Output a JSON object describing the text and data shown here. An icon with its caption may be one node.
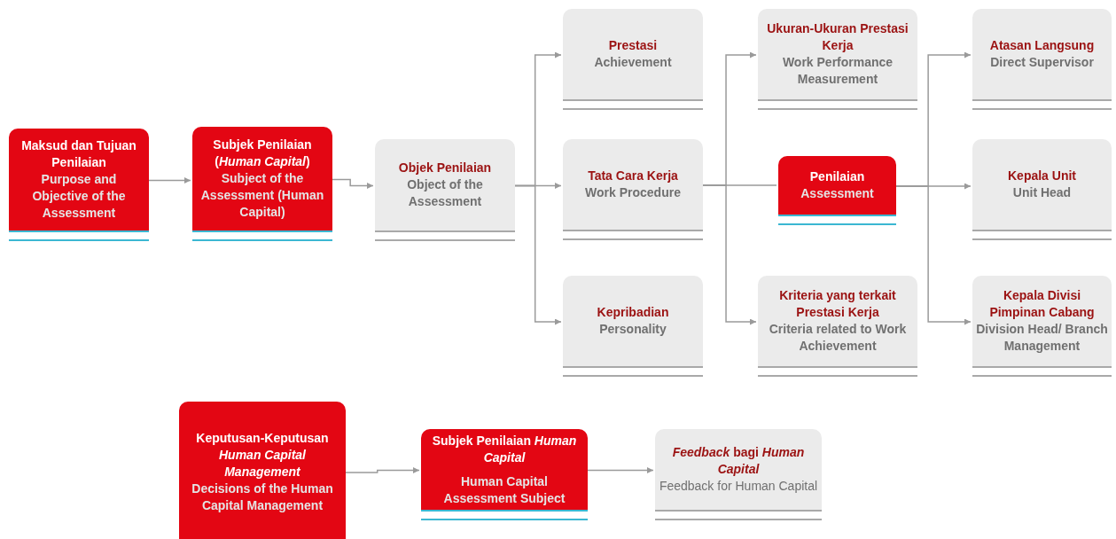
{
  "diagram": {
    "nodes": [
      {
        "text": [
          "Maksud dan Tujuan Penilaian",
          "Purpose and Objective of the Assessment"
        ]
      },
      {
        "text": [
          "Subjek Penilaian (*Human Capital*)",
          "Subject of the Assessment (Human Capital)"
        ]
      },
      {
        "text": [
          "Objek Penilaian",
          "Object of the Assessment"
        ]
      },
      {
        "text": [
          "Prestasi",
          "Achievement"
        ]
      },
      {
        "text": [
          "Tata Cara Kerja",
          "Work Procedure"
        ]
      },
      {
        "text": [
          "Kepribadian",
          "Personality"
        ]
      },
      {
        "text": [
          "Ukuran-Ukuran Prestasi Kerja",
          "Work Performance Measurement"
        ]
      },
      {
        "text": [
          "Penilaian",
          "Assessment"
        ]
      },
      {
        "text": [
          "Kriteria yang terkait Prestasi Kerja",
          "Criteria related to Work Achievement"
        ]
      },
      {
        "text": [
          "Atasan Langsung",
          "Direct Supervisor"
        ]
      },
      {
        "text": [
          "Kepala Unit",
          "Unit Head"
        ]
      },
      {
        "text": [
          "Kepala Divisi Pimpinan Cabang",
          "Division Head/ Branch Management"
        ]
      },
      {
        "text": [
          "Keputusan-Keputusan *Human Capital Management*",
          "Decisions of the Human Capital Management"
        ]
      },
      {
        "text": [
          "Subjek Penilaian *Human Capital*",
          "Human Capital Assessment Subject"
        ]
      },
      {
        "text": [
          "*Feedback* bagi *Human Capital*",
          "Feedback for Human Capital"
        ]
      }
    ],
    "edges": [
      {
        "from": 0,
        "to": 1,
        "arrow": "to"
      },
      {
        "from": 1,
        "to": 2,
        "arrow": "to"
      },
      {
        "from": 2,
        "to": 3,
        "arrow": "to"
      },
      {
        "from": 2,
        "to": 4,
        "arrow": "to"
      },
      {
        "from": 2,
        "to": 5,
        "arrow": "to"
      },
      {
        "from": 4,
        "to": 6,
        "arrow": "to"
      },
      {
        "from": 4,
        "to": 7,
        "arrow": "none"
      },
      {
        "from": 4,
        "to": 8,
        "arrow": "to"
      },
      {
        "from": 7,
        "to": 9,
        "arrow": "to"
      },
      {
        "from": 7,
        "to": 10,
        "arrow": "to"
      },
      {
        "from": 7,
        "to": 11,
        "arrow": "to"
      },
      {
        "from": 12,
        "to": 13,
        "arrow": "to"
      },
      {
        "from": 13,
        "to": 14,
        "arrow": "to"
      }
    ]
  }
}
